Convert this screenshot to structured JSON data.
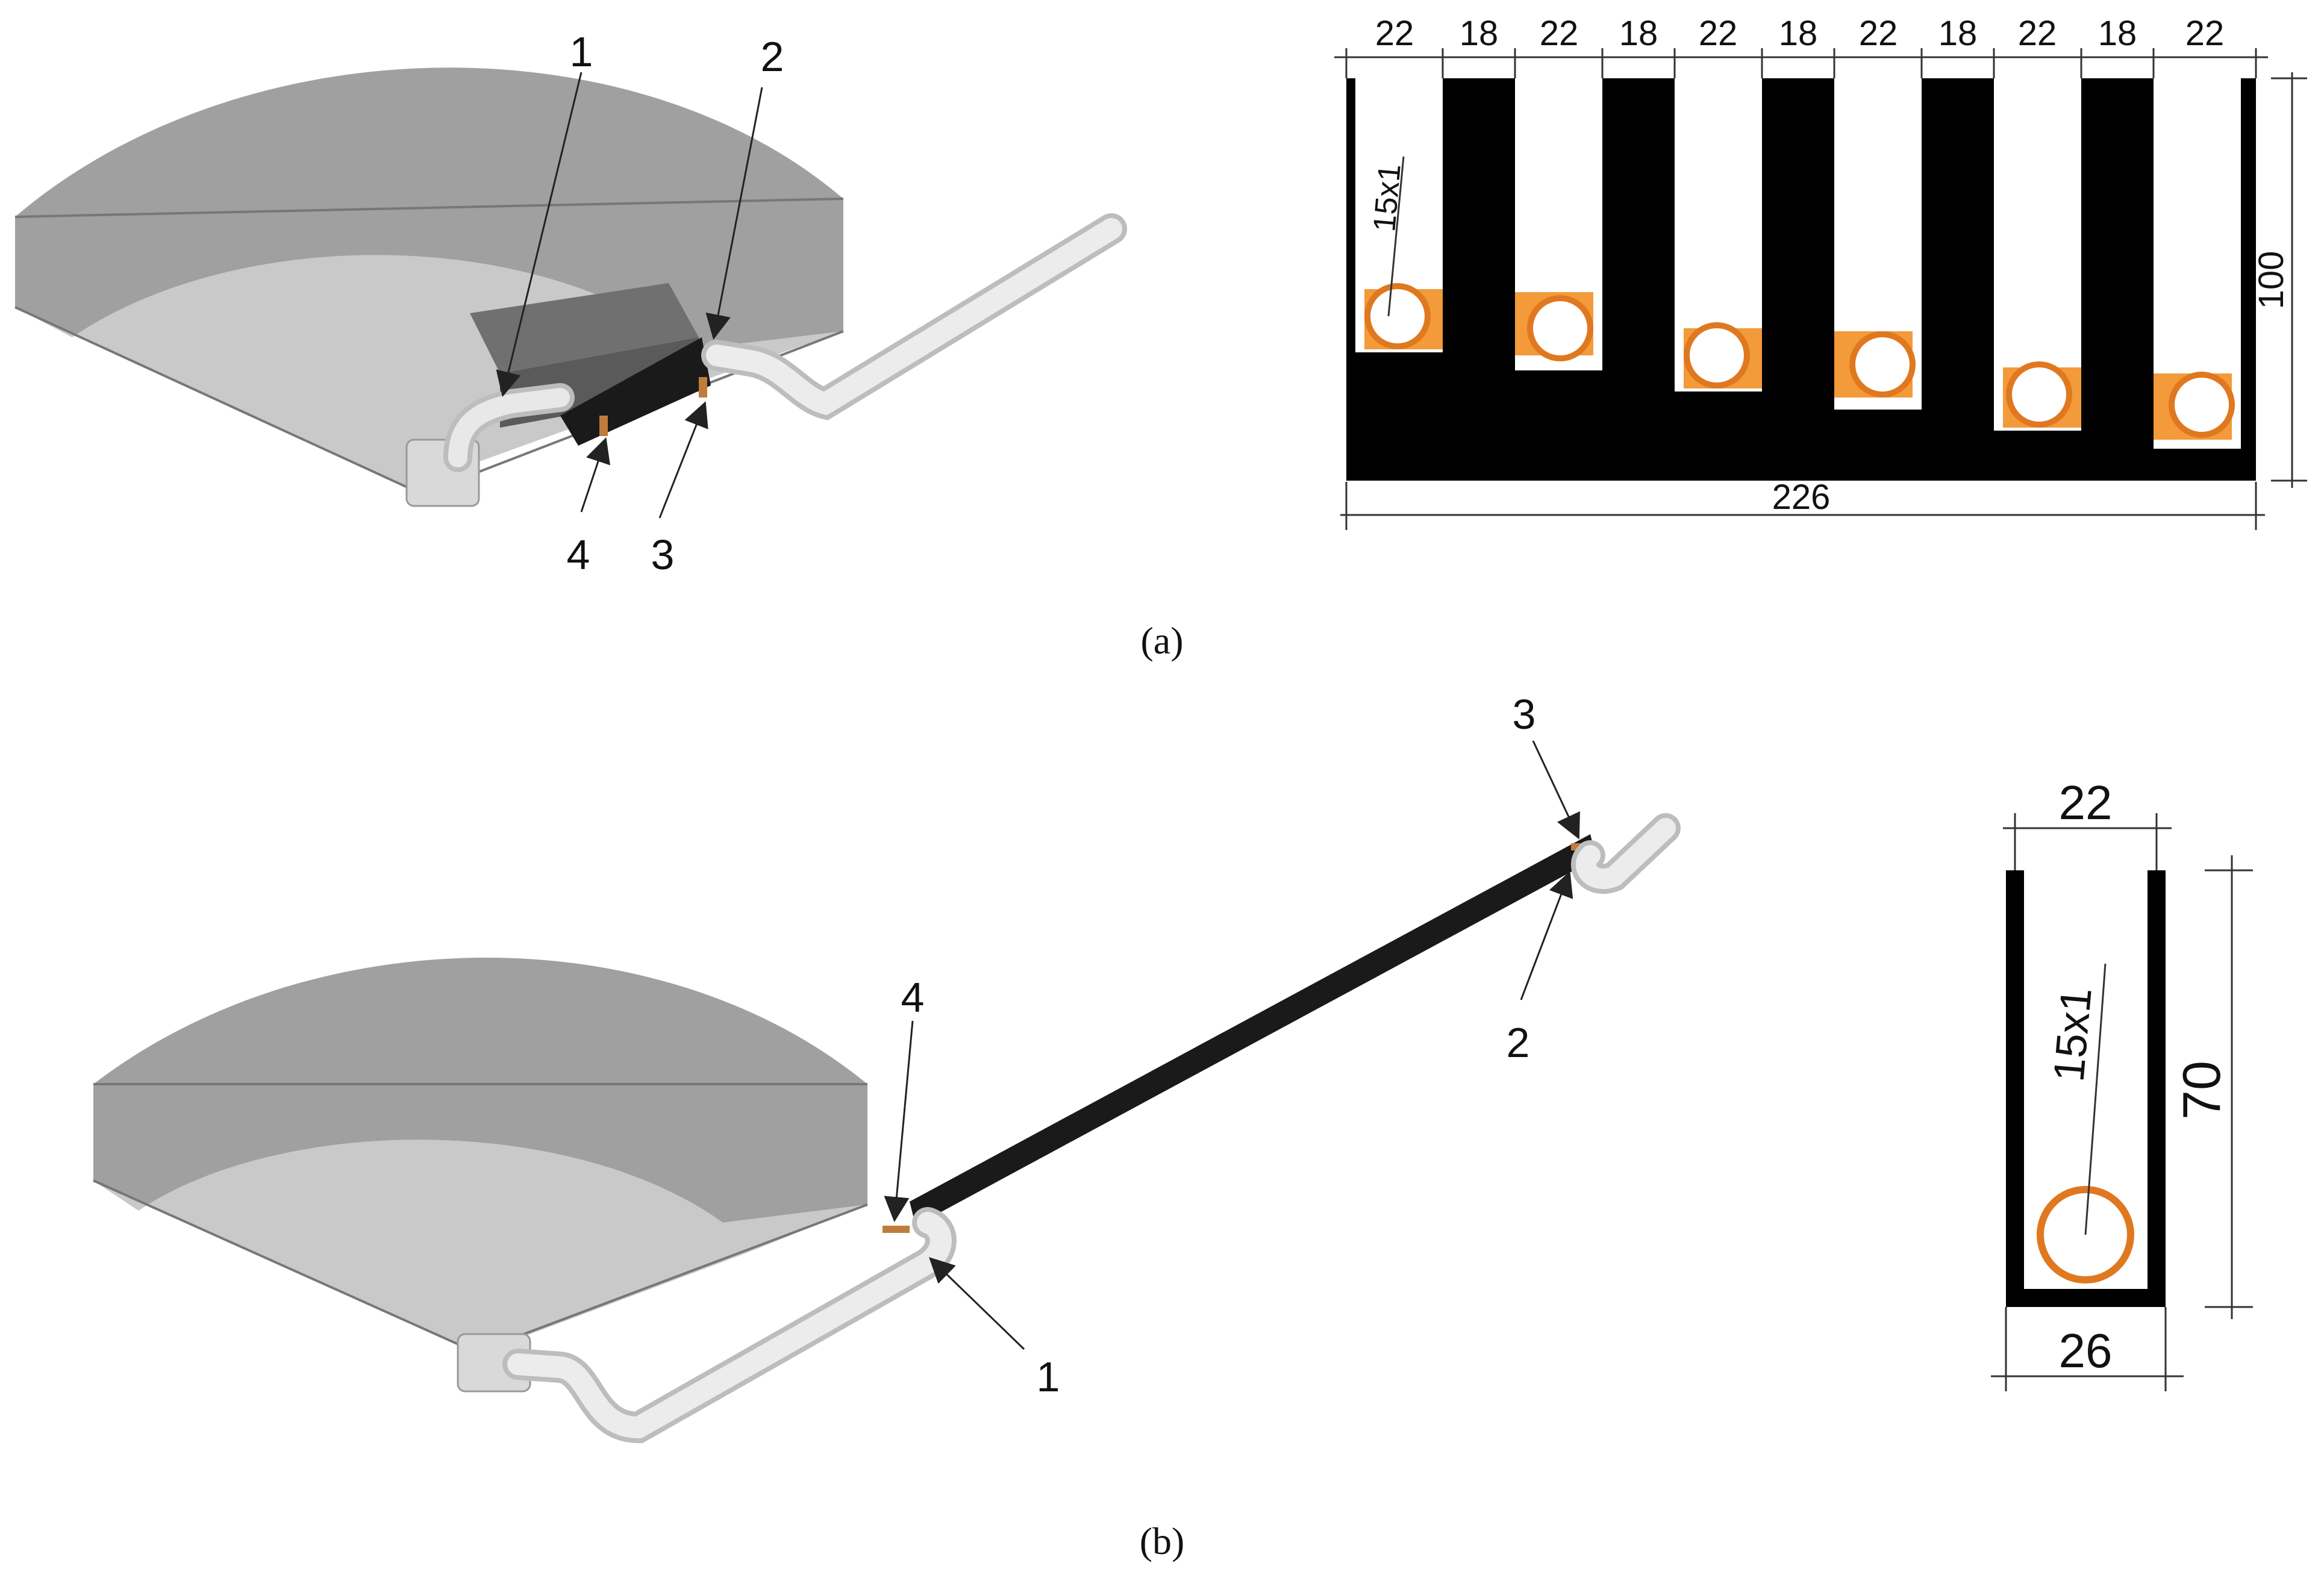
{
  "figure": {
    "panel_a": {
      "caption": "(a)",
      "callouts": [
        "1",
        "2",
        "3",
        "4"
      ],
      "section": {
        "top_widths": [
          "22",
          "18",
          "22",
          "18",
          "22",
          "18",
          "22",
          "18",
          "22",
          "18",
          "22"
        ],
        "total_width": "226",
        "height": "100",
        "tube_label": "15x1"
      }
    },
    "panel_b": {
      "caption": "(b)",
      "callouts": [
        "1",
        "2",
        "3",
        "4"
      ],
      "section": {
        "top_width": "22",
        "bottom_width": "26",
        "height": "70",
        "tube_label": "15x1"
      }
    },
    "colors": {
      "absorber": "#000000",
      "tube": "#f39a3a",
      "tank": "#bdbdbd",
      "pipe": "#e4e4e4"
    }
  }
}
